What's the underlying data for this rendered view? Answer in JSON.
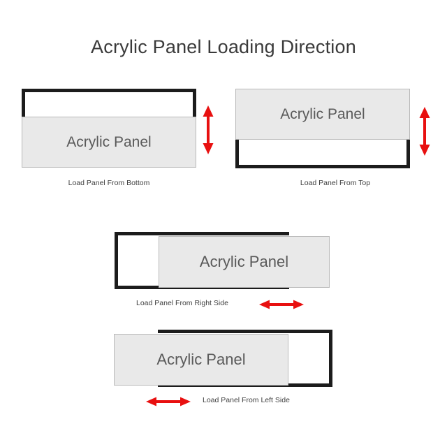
{
  "title": "Acrylic Panel Loading Direction",
  "colors": {
    "frame": "#1c1c1c",
    "panel_fill": "#e9e9e9",
    "panel_stroke": "#b9b9b9",
    "arrow": "#e81010",
    "text": "#3a3a3a",
    "panel_text": "#5a5a5a",
    "background": "#ffffff"
  },
  "figures": [
    {
      "id": "load-from-bottom",
      "panel_label": "Acrylic Panel",
      "caption": "Load Panel From Bottom",
      "frame_open_side": "bottom",
      "arrow_direction": "vertical",
      "arrow_icon": "double-arrow-vertical-icon"
    },
    {
      "id": "load-from-top",
      "panel_label": "Acrylic Panel",
      "caption": "Load Panel From Top",
      "frame_open_side": "top",
      "arrow_direction": "vertical",
      "arrow_icon": "double-arrow-vertical-icon"
    },
    {
      "id": "load-from-right-side",
      "panel_label": "Acrylic Panel",
      "caption": "Load Panel From Right Side",
      "frame_open_side": "right",
      "arrow_direction": "horizontal",
      "arrow_icon": "double-arrow-horizontal-icon"
    },
    {
      "id": "load-from-left-side",
      "panel_label": "Acrylic Panel",
      "caption": "Load Panel From Left Side",
      "frame_open_side": "left",
      "arrow_direction": "horizontal",
      "arrow_icon": "double-arrow-horizontal-icon"
    }
  ]
}
